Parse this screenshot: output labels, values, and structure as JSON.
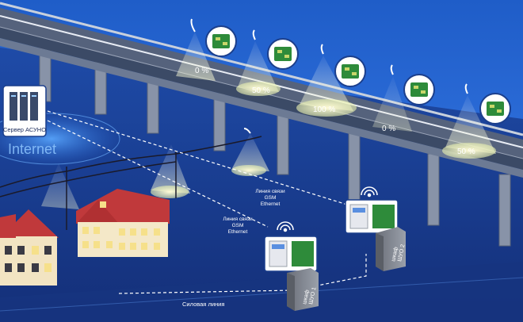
{
  "server": {
    "label": "Сервер АСУНО"
  },
  "internet": {
    "label": "Internet"
  },
  "lamp_levels": [
    "0 %",
    "50 %",
    "100 %",
    "0 %",
    "50 %"
  ],
  "comm_link_1": {
    "line1": "Линия связи",
    "line2": "GSM",
    "line3": "Ethernet"
  },
  "comm_link_2": {
    "line1": "Линия связи",
    "line2": "GSM",
    "line3": "Ethernet"
  },
  "cabinet_1": {
    "label": "ШУО 1",
    "prefix": "шкаф"
  },
  "cabinet_2": {
    "label": "ШУО 2",
    "prefix": "шкаф"
  },
  "power_line": {
    "label": "Силовая линия"
  },
  "colors": {
    "sky": "#2a5cc0",
    "ground": "#1a3a8c",
    "bridge_deck": "#3d4a60",
    "pillar": "#8a94a8",
    "light_cone": "#e8efc0",
    "controller_board": "#2e8b3a",
    "house_roof": "#c0393b",
    "house_wall": "#f4e8c8"
  },
  "icons": [
    "server-icon",
    "controller-board-icon",
    "street-lamp-icon",
    "wifi-signal-icon",
    "cabinet-icon",
    "house-icon"
  ]
}
